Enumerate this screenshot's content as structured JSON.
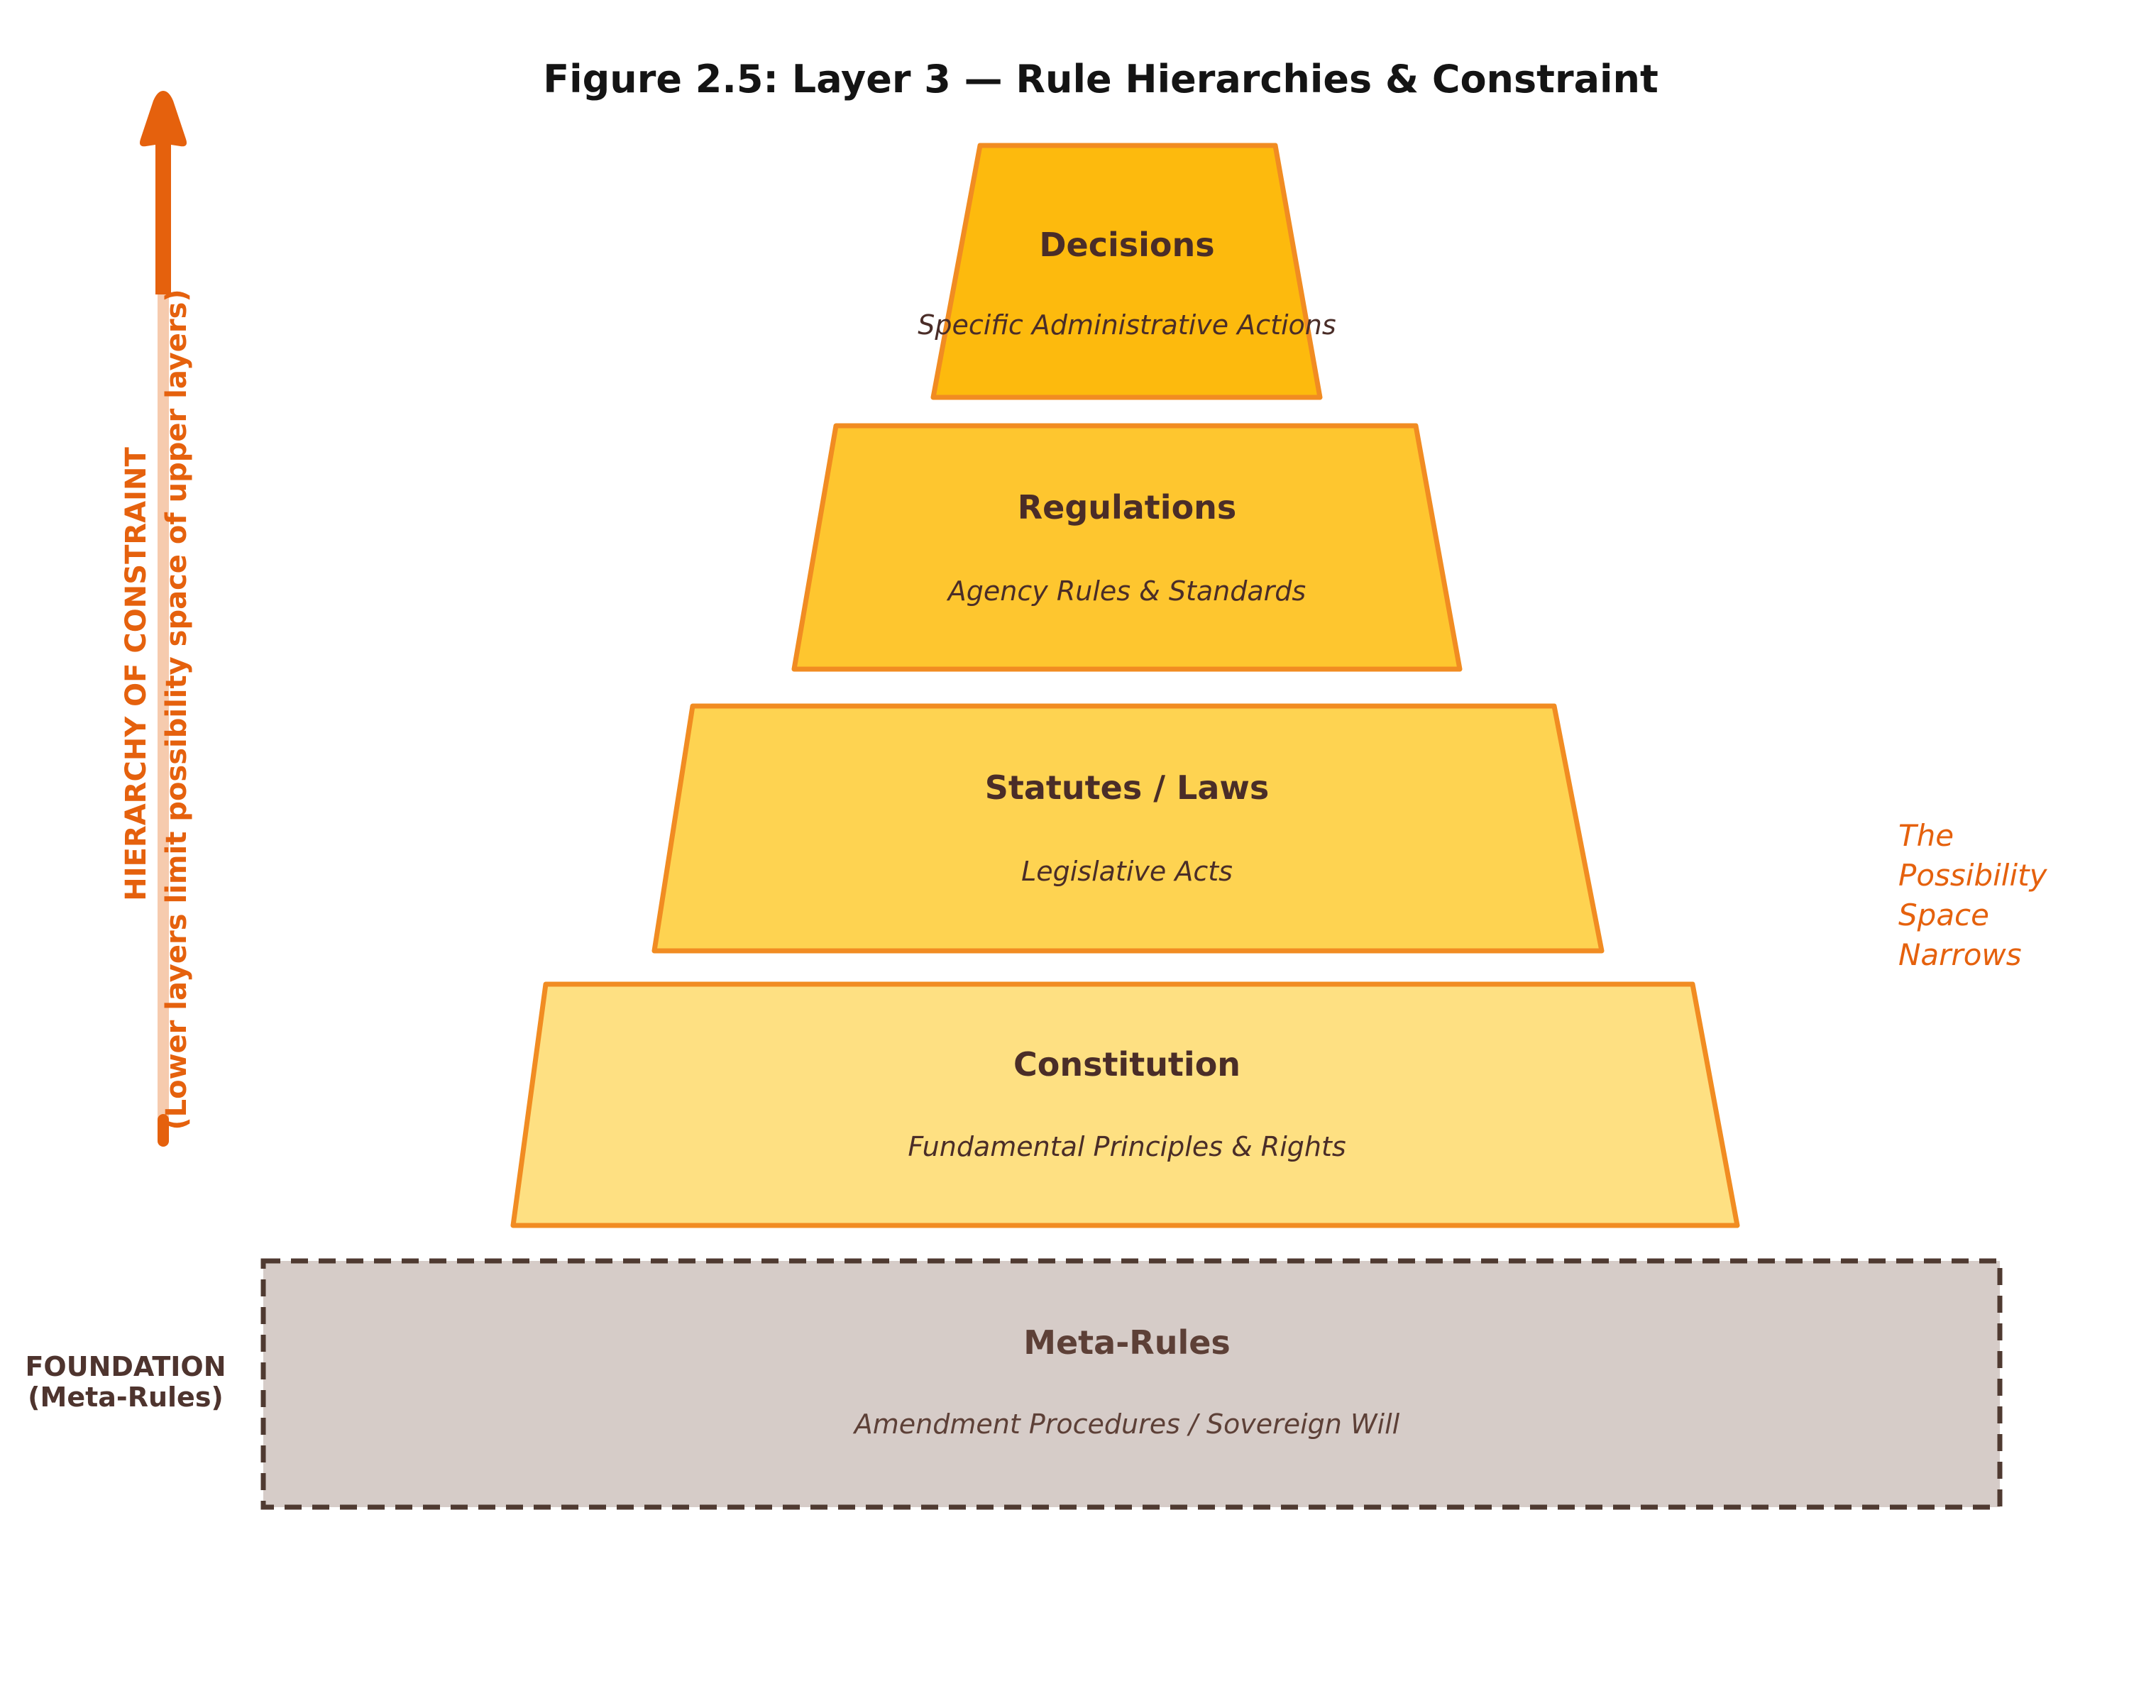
{
  "figure": {
    "title": "Figure 2.5: Layer 3 — Rule Hierarchies & Constraint"
  },
  "pyramid": {
    "border_color": "#F18C22",
    "text_color": "#4A2D28",
    "layers": [
      {
        "label": "Decisions",
        "sublabel": "Specific Administrative Actions",
        "fill": "#FDBA0D"
      },
      {
        "label": "Regulations",
        "sublabel": "Agency Rules & Standards",
        "fill": "#FEC62F"
      },
      {
        "label": "Statutes / Laws",
        "sublabel": "Legislative Acts",
        "fill": "#FED351"
      },
      {
        "label": "Constitution",
        "sublabel": "Fundamental Principles & Rights",
        "fill": "#FEE082"
      }
    ]
  },
  "foundation": {
    "label": "Meta-Rules",
    "sublabel": "Amendment Procedures / Sovereign Will",
    "fill": "#D6CCC8",
    "border_color": "#4F3A31",
    "text_color": "#5D4037",
    "side_label_line1": "FOUNDATION",
    "side_label_line2": "(Meta-Rules)"
  },
  "left_axis": {
    "line1": "HIERARCHY OF CONSTRAINT",
    "line2": "(Lower layers limit possibility space of upper layers)",
    "text_color": "#E5610D",
    "arrow_color": "#E5610D",
    "arrow_track_color": "#F6CBAE"
  },
  "right_note": {
    "color": "#E5610D",
    "lines": [
      "The",
      "Possibility",
      "Space",
      "Narrows"
    ]
  }
}
